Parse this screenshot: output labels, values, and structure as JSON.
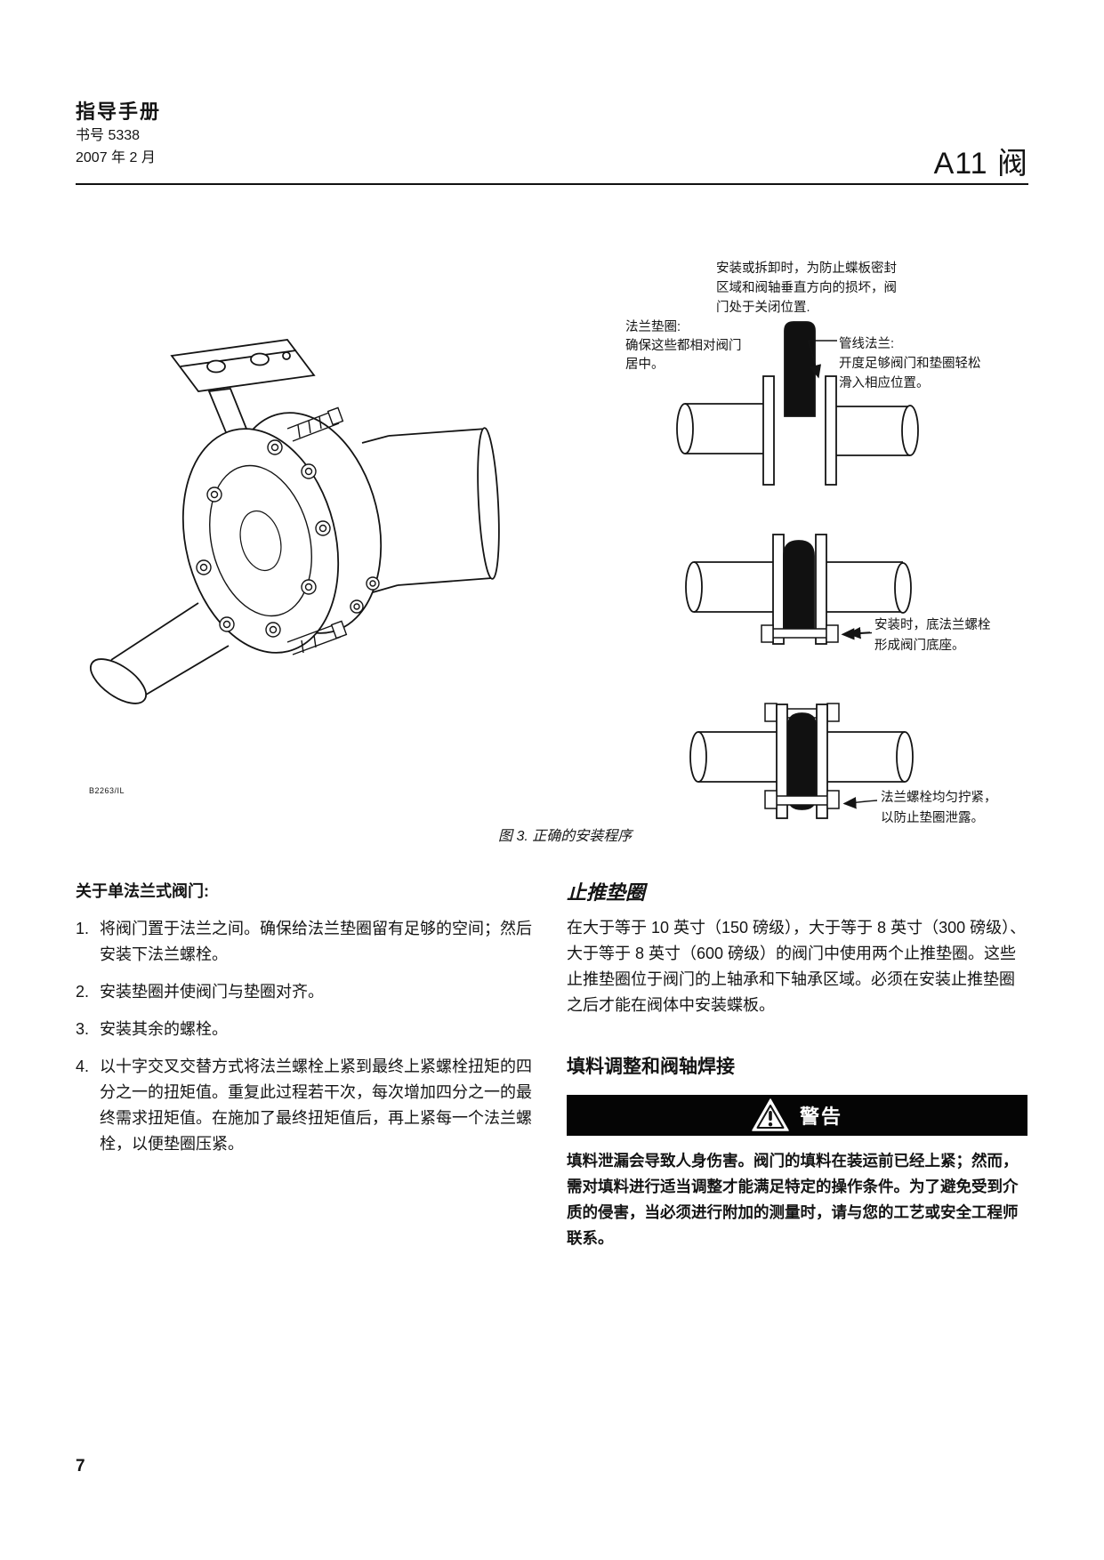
{
  "header": {
    "doc_type": "指导手册",
    "book_no": "书号 5338",
    "date": "2007 年 2 月",
    "product": "A11 阀"
  },
  "figure": {
    "caption": "图 3. 正确的安装程序",
    "drawing_id": "B2263/IL",
    "callouts": {
      "closed_position": [
        "安装或拆卸时，为防止蝶板密封",
        "区域和阀轴垂直方向的损坏，阀",
        "门处于关闭位置."
      ],
      "flange_gasket": [
        "法兰垫圈:",
        "确保这些都相对阀门",
        "居中。"
      ],
      "pipeline_flange": [
        "管线法兰:",
        "开度足够阀门和垫圈轻松",
        "滑入相应位置。"
      ],
      "bottom_bolts": [
        "安装时，底法兰螺栓",
        "形成阀门底座。"
      ],
      "tighten_bolts": [
        "法兰螺栓均匀拧紧，",
        "以防止垫圈泄露。"
      ]
    }
  },
  "single_flange_section": {
    "heading": "关于单法兰式阀门:",
    "steps": [
      {
        "num": "1.",
        "text": "将阀门置于法兰之间。确保给法兰垫圈留有足够的空间；然后安装下法兰螺栓。"
      },
      {
        "num": "2.",
        "text": "安装垫圈并使阀门与垫圈对齐。"
      },
      {
        "num": "3.",
        "text": "安装其余的螺栓。"
      },
      {
        "num": "4.",
        "text": "以十字交叉交替方式将法兰螺栓上紧到最终上紧螺栓扭矩的四分之一的扭矩值。重复此过程若干次，每次增加四分之一的最终需求扭矩值。在施加了最终扭矩值后，再上紧每一个法兰螺栓，以便垫圈压紧。"
      }
    ]
  },
  "thrust_washer_section": {
    "heading": "止推垫圈",
    "body": "在大于等于 10 英寸（150 磅级），大于等于 8 英寸（300 磅级）、大于等于 8 英寸（600 磅级）的阀门中使用两个止推垫圈。这些止推垫圈位于阀门的上轴承和下轴承区域。必须在安装止推垫圈之后才能在阀体中安装蝶板。"
  },
  "packing_section": {
    "heading": "填料调整和阀轴焊接"
  },
  "warning": {
    "label": "警告",
    "body": "填料泄漏会导致人身伤害。阀门的填料在装运前已经上紧；然而，需对填料进行适当调整才能满足特定的操作条件。为了避免受到介质的侵害，当必须进行附加的测量时，请与您的工艺或安全工程师联系。"
  },
  "footer": {
    "page_number": "7"
  },
  "colors": {
    "ink": "#141414",
    "banner": "#050505",
    "paper": "#ffffff"
  }
}
